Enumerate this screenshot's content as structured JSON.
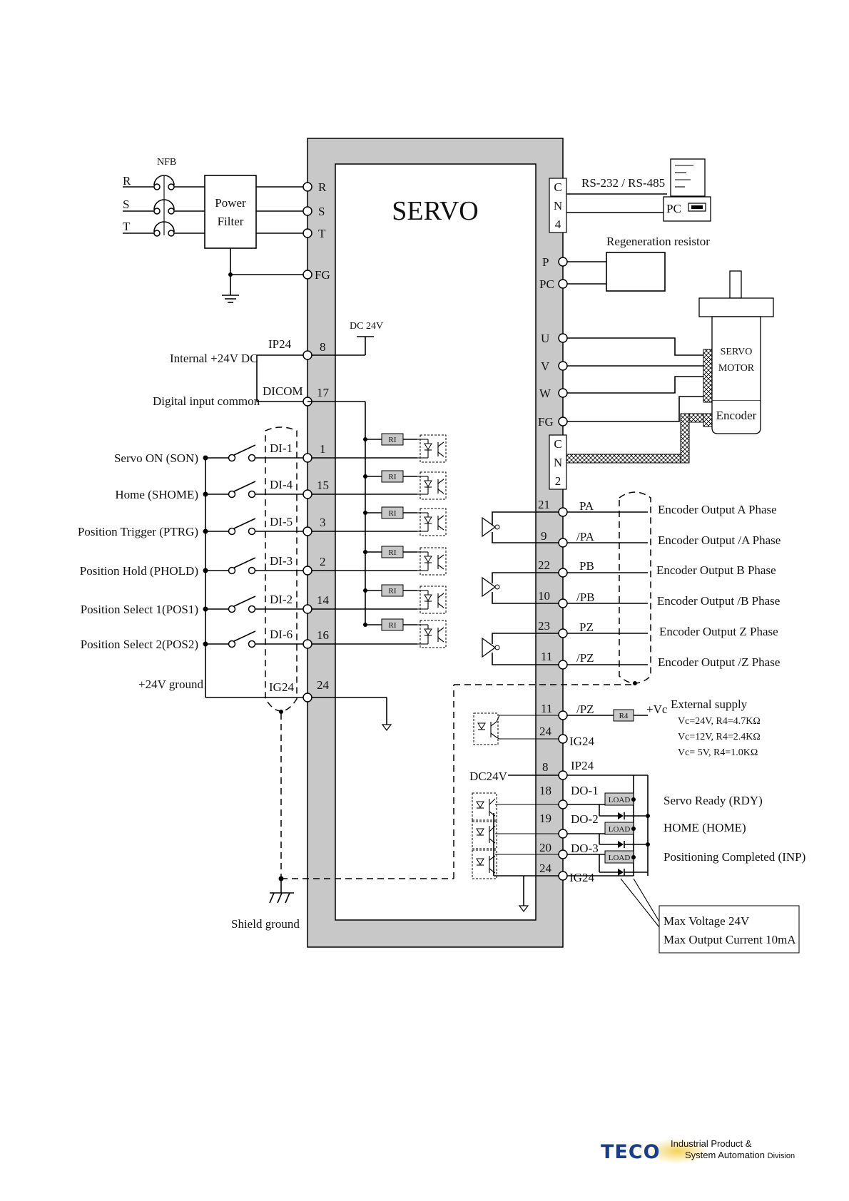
{
  "servo": {
    "title": "SERVO"
  },
  "power": {
    "nfb": "NFB",
    "phases": [
      "R",
      "S",
      "T"
    ],
    "filter_line1": "Power",
    "filter_line2": "Filter",
    "terminals": [
      "R",
      "S",
      "T",
      "FG"
    ]
  },
  "left_inputs": {
    "ip24": "IP24",
    "ip24_pin": "8",
    "internal_24v": "Internal +24V DC",
    "dicom": "DICOM",
    "dicom_pin": "17",
    "digital_input_common": "Digital input common",
    "dc24v": "DC 24V",
    "rows": [
      {
        "label": "Servo ON (SON)",
        "di": "DI-1",
        "pin": "1"
      },
      {
        "label": "Home (SHOME)",
        "di": "DI-4",
        "pin": "15"
      },
      {
        "label": "Position Trigger (PTRG)",
        "di": "DI-5",
        "pin": "3"
      },
      {
        "label": "Position Hold (PHOLD)",
        "di": "DI-3",
        "pin": "2"
      },
      {
        "label": "Position Select 1(POS1)",
        "di": "DI-2",
        "pin": "14"
      },
      {
        "label": "Position Select 2(POS2)",
        "di": "DI-6",
        "pin": "16"
      }
    ],
    "ri": "RI",
    "ground_label": "+24V ground",
    "ig24": "IG24",
    "ig24_pin": "24",
    "shield_ground": "Shield ground"
  },
  "comm": {
    "cn4": [
      "C",
      "N",
      "4"
    ],
    "rs": "RS-232 / RS-485",
    "pc": "PC"
  },
  "regen": {
    "label": "Regeneration resistor",
    "terminals": [
      "P",
      "PC"
    ]
  },
  "motor": {
    "terminals": [
      "U",
      "V",
      "W",
      "FG"
    ],
    "servo": "SERVO",
    "motor": "MOTOR",
    "encoder": "Encoder",
    "cn2": [
      "C",
      "N",
      "2"
    ]
  },
  "encoder_outputs": [
    {
      "pin": "21",
      "sig": "PA",
      "label": "Encoder Output A Phase"
    },
    {
      "pin": "9",
      "sig": "/PA",
      "label": "Encoder Output /A Phase"
    },
    {
      "pin": "22",
      "sig": "PB",
      "label": "Encoder Output  B  Phase"
    },
    {
      "pin": "10",
      "sig": "/PB",
      "label": "Encoder Output  /B Phase"
    },
    {
      "pin": "23",
      "sig": "PZ",
      "label": "Encoder Output Z Phase"
    },
    {
      "pin": "11",
      "sig": "/PZ",
      "label": "Encoder Output /Z Phase"
    }
  ],
  "zphase_out": {
    "pin11": "11",
    "sig": "/PZ",
    "r4": "R4",
    "vc": "+Vc",
    "pin24": "24",
    "ig24": "IG24",
    "external_supply": "External supply",
    "notes": [
      "Vc=24V, R4=4.7KΩ",
      "Vc=12V, R4=2.4KΩ",
      "Vc= 5V, R4=1.0KΩ"
    ]
  },
  "digital_outputs": {
    "dc24v": "DC24V",
    "ip24_pin": "8",
    "ip24": "IP24",
    "rows": [
      {
        "pin": "18",
        "name": "DO-1",
        "load": "LOAD",
        "label": "Servo Ready (RDY)"
      },
      {
        "pin": "19",
        "name": "DO-2",
        "load": "LOAD",
        "label": "HOME (HOME)"
      },
      {
        "pin": "20",
        "name": "DO-3",
        "load": "LOAD",
        "label": "Positioning Completed (INP)"
      }
    ],
    "ig24_pin": "24",
    "ig24": "IG24",
    "max_voltage": "Max Voltage 24V",
    "max_current": "Max Output Current 10mA"
  },
  "footer": {
    "brand": "TECO",
    "line1": "Industrial Product &",
    "line2": "System Automation",
    "line2_suffix": "Division"
  }
}
